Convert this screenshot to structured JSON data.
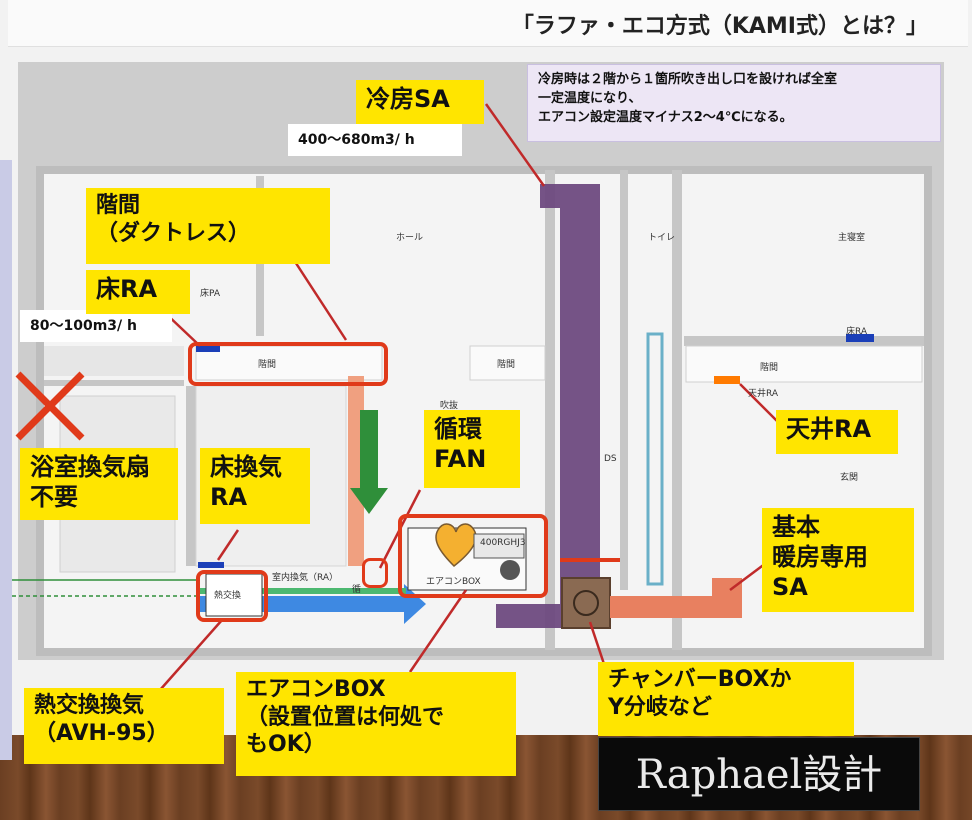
{
  "title": "「ラファ・エコ方式（KAMI式）とは？」",
  "note": {
    "lines": [
      "冷房時は２階から１箇所吹き出し口を設ければ全室",
      "一定温度になり、",
      "エアコン設定温度マイナス2〜4℃になる。"
    ]
  },
  "flow_top": "400〜680m3/ h",
  "flow_left": "80〜100m3/ h",
  "callouts": {
    "cool_sa": "冷房SA",
    "stair_1": "階間",
    "stair_2": "（ダクトレス）",
    "floor_ra": "床RA",
    "bath_1": "浴室換気扇",
    "bath_2": "不要",
    "floor_exh_1": "床換気",
    "floor_exh_2": "RA",
    "circ_1": "循環",
    "circ_2": "FAN",
    "ceiling_ra": "天井RA",
    "heat_sa_1": "基本",
    "heat_sa_2": "暖房専用",
    "heat_sa_3": "SA",
    "erv_1": "熱交換換気",
    "erv_2": "（AVH-95）",
    "acbox_1": "エアコンBOX",
    "acbox_2": "（設置位置は何処で",
    "acbox_3": "もOK）",
    "chamber_1": "チャンバーBOXか",
    "chamber_2": "Y分岐など"
  },
  "rooms": {
    "hall": "ホール",
    "toilet": "トイレ",
    "master": "主寝室",
    "stair_left": "階間",
    "stair_mid": "階間",
    "stair_right": "階間",
    "atrium": "吹抜",
    "ds": "DS",
    "entrance": "玄関",
    "erv_unit": "熱交換",
    "indoor_exh": "室内換気（RA）",
    "ac_box": "エアコンBOX",
    "floor_pa": "床PA",
    "floor_ra_small": "床RA",
    "ceiling_ra_small": "天井RA",
    "circ_small": "循",
    "ac_model": "400RGHJ3"
  },
  "logo": "Raphael設計",
  "colors": {
    "callout_yellow": "#ffe500",
    "highlight_red": "#e03a1a",
    "duct_purple": "#6e4a80",
    "duct_salmon": "#e88060",
    "duct_blue": "#2a7de0",
    "fresh_green": "#2f8f3a"
  }
}
